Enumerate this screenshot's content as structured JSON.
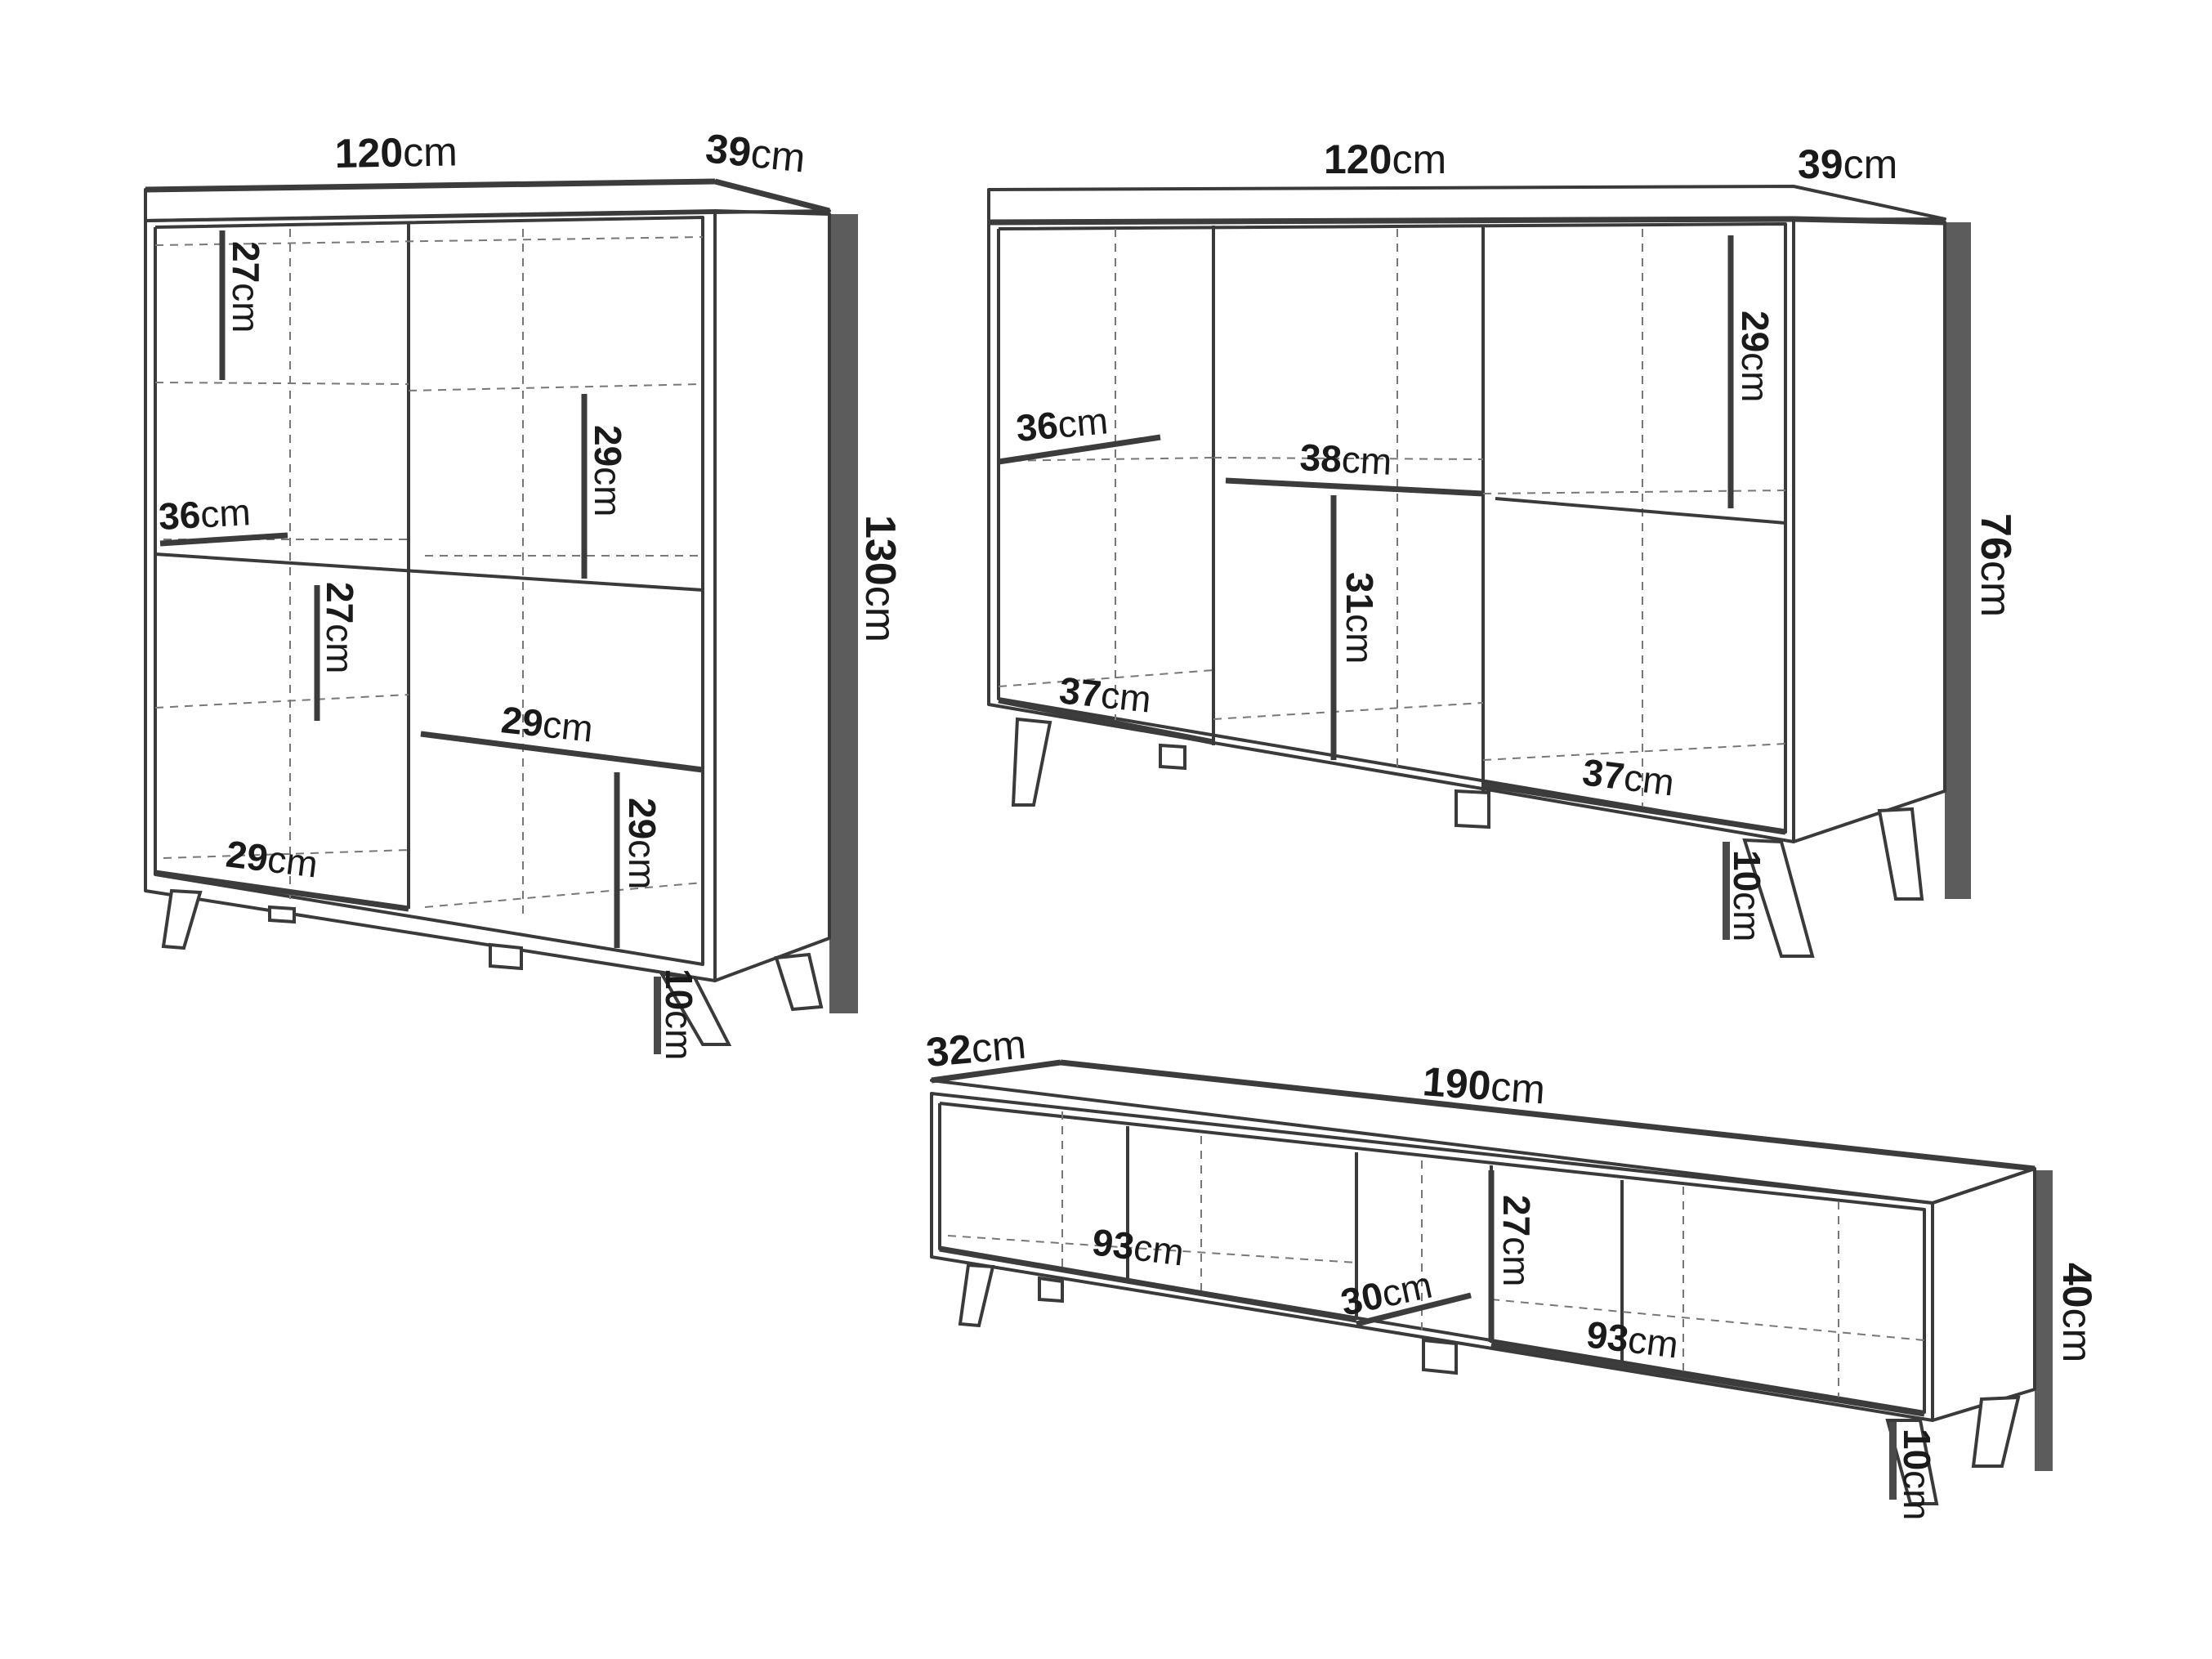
{
  "highboard": {
    "width": {
      "num": "120",
      "unit": "cm"
    },
    "depth": {
      "num": "39",
      "unit": "cm"
    },
    "height": {
      "num": "130",
      "unit": "cm"
    },
    "legs": {
      "num": "10",
      "unit": "cm"
    },
    "inner": [
      {
        "num": "27",
        "unit": "cm"
      },
      {
        "num": "29",
        "unit": "cm"
      },
      {
        "num": "36",
        "unit": "cm"
      },
      {
        "num": "27",
        "unit": "cm"
      },
      {
        "num": "29",
        "unit": "cm"
      },
      {
        "num": "29",
        "unit": "cm"
      },
      {
        "num": "29",
        "unit": "cm"
      }
    ]
  },
  "sideboard": {
    "width": {
      "num": "120",
      "unit": "cm"
    },
    "depth": {
      "num": "39",
      "unit": "cm"
    },
    "height": {
      "num": "76",
      "unit": "cm"
    },
    "legs": {
      "num": "10",
      "unit": "cm"
    },
    "inner": [
      {
        "num": "36",
        "unit": "cm"
      },
      {
        "num": "38",
        "unit": "cm"
      },
      {
        "num": "29",
        "unit": "cm"
      },
      {
        "num": "31",
        "unit": "cm"
      },
      {
        "num": "37",
        "unit": "cm"
      },
      {
        "num": "37",
        "unit": "cm"
      }
    ]
  },
  "tvstand": {
    "width": {
      "num": "190",
      "unit": "cm"
    },
    "depth": {
      "num": "32",
      "unit": "cm"
    },
    "height": {
      "num": "40",
      "unit": "cm"
    },
    "legs": {
      "num": "10",
      "unit": "cm"
    },
    "inner": [
      {
        "num": "93",
        "unit": "cm"
      },
      {
        "num": "30",
        "unit": "cm"
      },
      {
        "num": "27",
        "unit": "cm"
      },
      {
        "num": "93",
        "unit": "cm"
      }
    ]
  }
}
